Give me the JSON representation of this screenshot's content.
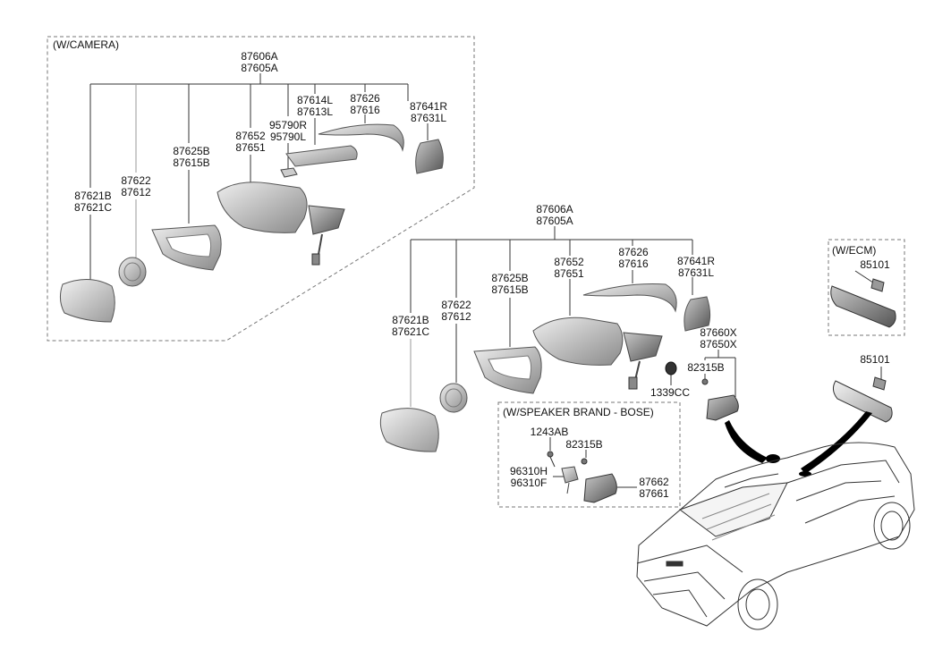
{
  "groups": {
    "camera": "(W/CAMERA)",
    "ecm": "(W/ECM)",
    "bose": "(W/SPEAKER BRAND - BOSE)"
  },
  "parts": {
    "cam_assy": [
      "87606A",
      "87605A"
    ],
    "cam_cover": [
      "87626",
      "87616"
    ],
    "cam_lamp": [
      "87614L",
      "87613L"
    ],
    "cam_camera": [
      "95790R",
      "95790L"
    ],
    "cam_housing": [
      "87652",
      "87651"
    ],
    "cam_scalp": [
      "87641R",
      "87631L"
    ],
    "cam_frame": [
      "87625B",
      "87615B"
    ],
    "cam_actuator": [
      "87622",
      "87612"
    ],
    "cam_glass": [
      "87621B",
      "87621C"
    ],
    "std_assy": [
      "87606A",
      "87605A"
    ],
    "std_cover": [
      "87626",
      "87616"
    ],
    "std_housing": [
      "87652",
      "87651"
    ],
    "std_scalp": [
      "87641R",
      "87631L"
    ],
    "std_frame": [
      "87625B",
      "87615B"
    ],
    "std_actuator": [
      "87622",
      "87612"
    ],
    "std_glass": [
      "87621B",
      "87621C"
    ],
    "std_grommet": [
      "1339CC"
    ],
    "std_garnish": [
      "87660X",
      "87650X"
    ],
    "std_screw": [
      "82315B"
    ],
    "ecm_mirror": [
      "85101"
    ],
    "inside_mirror": [
      "85101"
    ],
    "bose_screw_a": [
      "1243AB"
    ],
    "bose_screw_b": [
      "82315B"
    ],
    "bose_speaker": [
      "96310H",
      "96310F"
    ],
    "bose_garnish": [
      "87662",
      "87661"
    ]
  }
}
